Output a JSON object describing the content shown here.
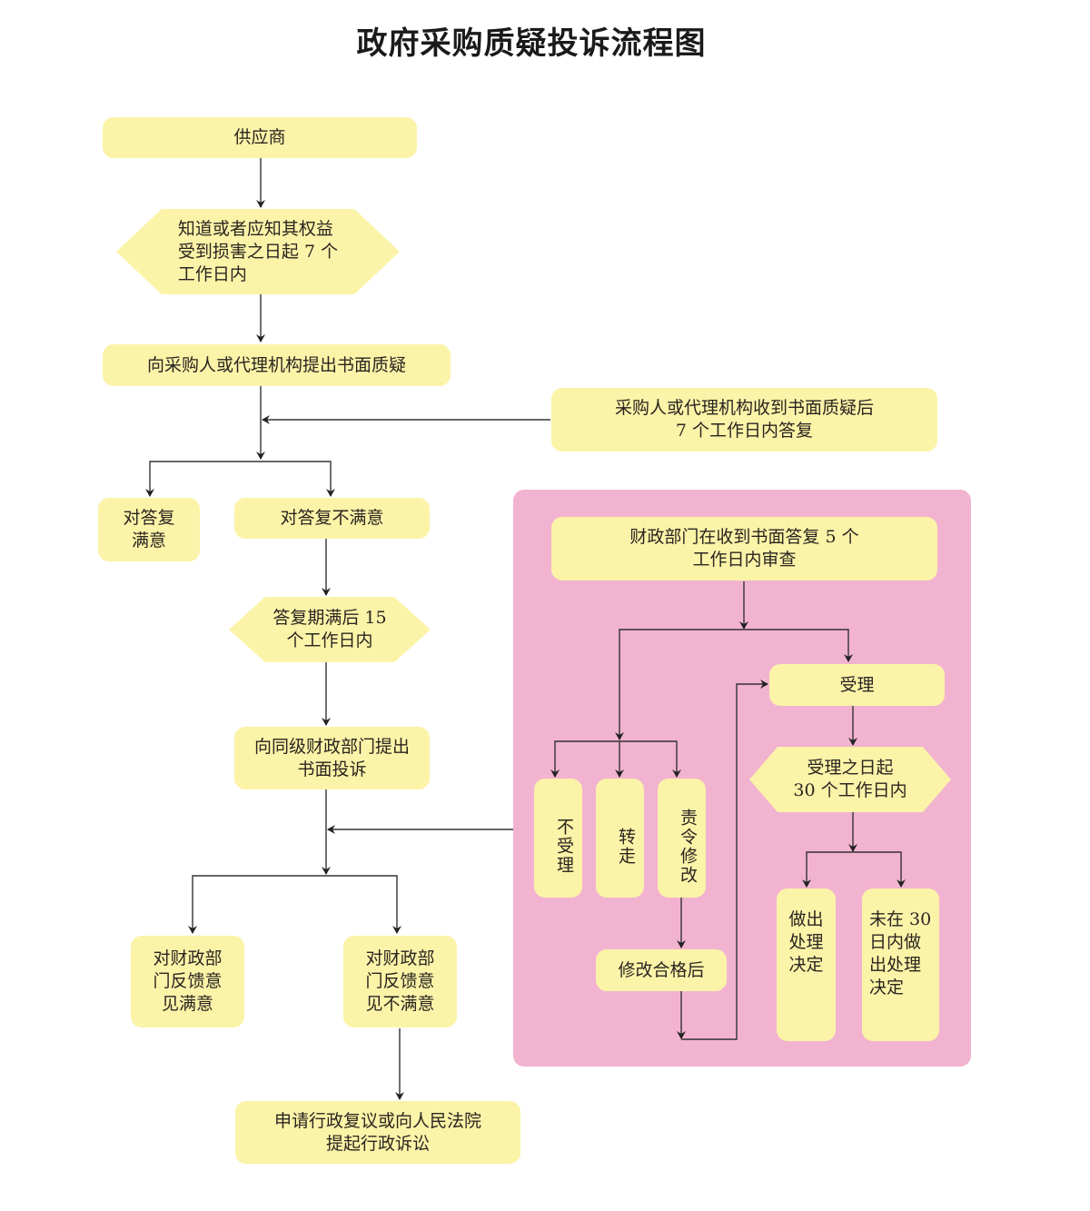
{
  "title": "政府采购质疑投诉流程图",
  "colors": {
    "box_fill": "#fbf3a8",
    "panel_fill": "#f2b3d0",
    "line": "#333333"
  },
  "nodes": {
    "supplier": "供应商",
    "deadline_7": "知道或者应知其权益\n受到损害之日起 7 个\n工作日内",
    "written_query": "向采购人或代理机构提出书面质疑",
    "reply_7": "采购人或代理机构收到书面质疑后\n7 个工作日内答复",
    "satisfied_reply": "对答复\n满意",
    "unsatisfied_reply": "对答复不满意",
    "deadline_15": "答复期满后 15\n个工作日内",
    "complaint": "向同级财政部门提出\n书面投诉",
    "finance_review": "财政部门在收到书面答复 5 个\n工作日内审查",
    "accept": "受理",
    "reject": "不受理",
    "transfer": "转走",
    "order_fix": "责令修改",
    "fix_ok": "修改合格后",
    "deadline_30": "受理之日起\n30 个工作日内",
    "decision": "做出\n处理\n决定",
    "no_decision": "未在 30\n日内做\n出处理\n决定",
    "feedback_satisfied": "对财政部\n门反馈意\n见满意",
    "feedback_unsatisfied": "对财政部\n门反馈意\n见不满意",
    "appeal": "申请行政复议或向人民法院\n提起行政诉讼"
  }
}
